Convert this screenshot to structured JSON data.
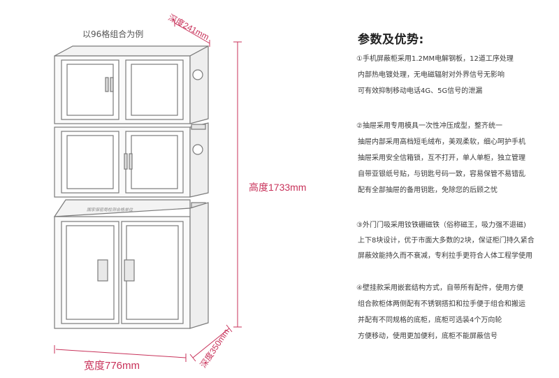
{
  "caption": "以96格组合为例",
  "dimensions": {
    "depth_top": "深度241mm",
    "height": "高度1733mm",
    "width": "宽度776mm",
    "depth_bottom": "深度350mm"
  },
  "cabinet_label": "国家保密局检测合格单位",
  "colors": {
    "dimension": "#c8325a",
    "cabinet_line": "#7a7a7a"
  },
  "specs": {
    "title": "参数及优势:",
    "sections": [
      {
        "lines": [
          "①手机屏蔽柜采用1.2MM电解钢板，12道工序处理",
          "内部热电镀处理，无电磁辐射对外界信号无影响",
          "可有效抑制移动电话4G、5G信号的泄漏"
        ]
      },
      {
        "lines": [
          "②抽屉采用专用模具一次性冲压成型，整齐统一",
          "抽屉内部采用高档短毛绒布，美观柔软，细心呵护手机",
          "抽屉采用安全信箱锁，互不打开，单人单柜，独立管理",
          "自带亚银纸号贴，与钥匙号码一致，容易保管不易错乱",
          "配有全部抽屉的备用钥匙，免除您的后顾之忧"
        ]
      },
      {
        "lines": [
          "③外门门吸采用钕铁硼磁铁（俗称磁王，吸力强不退磁)",
          "上下8块设计，优于市面大多数的2块，保证柜门持久紧合",
          "屏蔽效能持久而不衰减，专利拉手更符合人体工程学使用"
        ]
      },
      {
        "lines": [
          "④壁挂款采用嵌套结构方式，自带所有配件，使用方便",
          "组合款柜体两侧配有不锈钢搭扣和拉手便于组合和搬运",
          "并配有不同规格的底柜，底柜可选装4个万向轮",
          "方便移动，使用更加便利，底柜不能屏蔽信号"
        ]
      }
    ]
  }
}
